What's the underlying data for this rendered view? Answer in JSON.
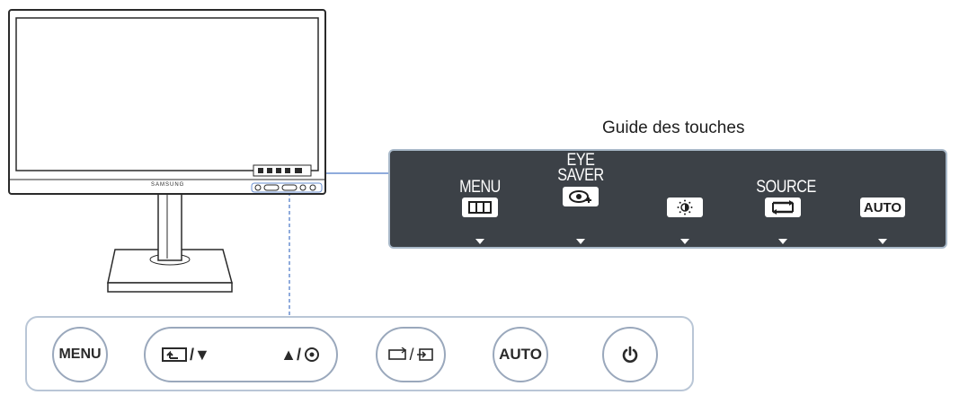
{
  "guide": {
    "title": "Guide des touches",
    "keys": [
      {
        "label": "MENU",
        "icon": "menu-grid-icon"
      },
      {
        "label": "EYE\nSAVER",
        "icon": "eye-saver-icon"
      },
      {
        "label": "",
        "icon": "brightness-icon"
      },
      {
        "label": "SOURCE",
        "icon": "source-icon"
      },
      {
        "label": "",
        "chip_text": "AUTO"
      }
    ]
  },
  "monitor": {
    "brand": "SAMSUNG"
  },
  "buttons": {
    "menu": "MENU",
    "nav_left": "/▼",
    "nav_right": "▲/",
    "source": "/",
    "auto": "AUTO",
    "power_icon": "power-icon"
  },
  "colors": {
    "panel": "#3c4147",
    "panel_border": "#a9b9c9",
    "connector": "#6a8fd1",
    "button_border": "#9aa8bc"
  }
}
